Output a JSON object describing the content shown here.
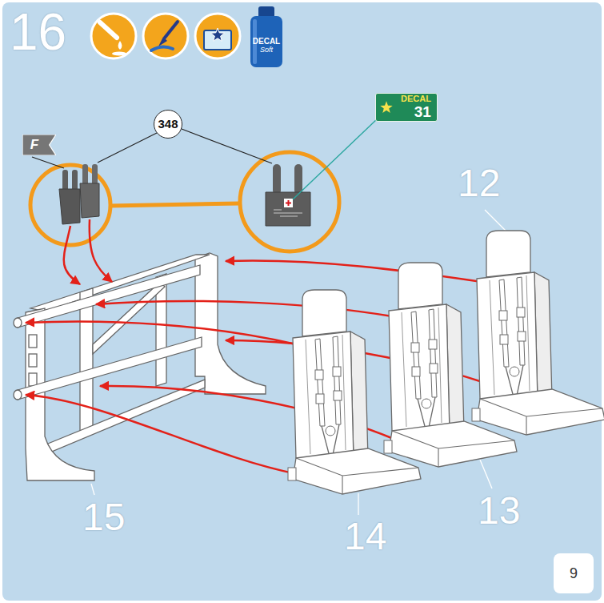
{
  "diagram": {
    "nodes": [
      {
        "text": [
          "DECAL",
          "Soft"
        ]
      },
      {
        "text": [
          "DECAL",
          "31"
        ]
      },
      {
        "text": [
          "348"
        ]
      },
      {
        "text": [
          "F"
        ]
      },
      {
        "text": [
          "9"
        ]
      }
    ],
    "labels": [
      "16",
      "12",
      "13",
      "14",
      "15"
    ]
  }
}
